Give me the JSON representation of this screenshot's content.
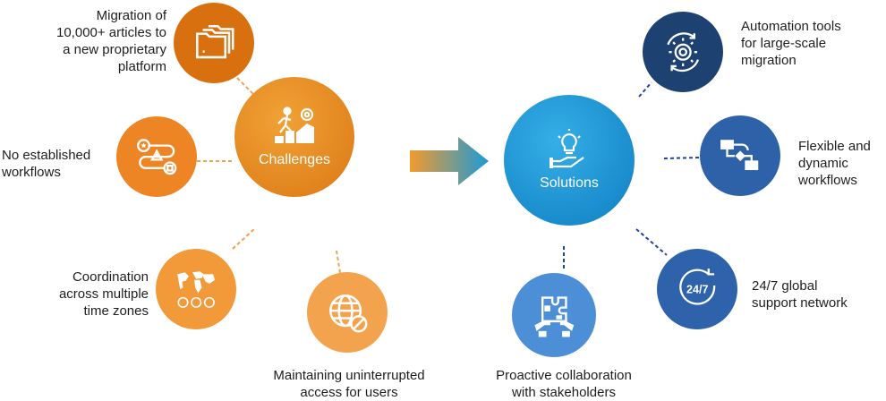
{
  "challenges": {
    "title": "Challenges",
    "items": [
      {
        "icon": "folders-icon",
        "lines": [
          "Migration of",
          "10,000+ articles to",
          "a new proprietary",
          "platform"
        ]
      },
      {
        "icon": "workflow-warning-icon",
        "lines": [
          "No established",
          "workflows"
        ]
      },
      {
        "icon": "world-clocks-icon",
        "lines": [
          "Coordination",
          "across multiple",
          "time zones"
        ]
      },
      {
        "icon": "globe-blocked-icon",
        "lines": [
          "Maintaining uninterrupted",
          "access for users"
        ]
      }
    ]
  },
  "solutions": {
    "title": "Solutions",
    "items": [
      {
        "icon": "gear-automation-icon",
        "lines": [
          "Automation tools",
          "for large-scale",
          "migration"
        ]
      },
      {
        "icon": "flowchart-icon",
        "lines": [
          "Flexible and",
          "dynamic",
          "workflows"
        ]
      },
      {
        "icon": "clock-24-7-icon",
        "lines": [
          "24/7 global",
          "support network"
        ],
        "badge": "24/7"
      },
      {
        "icon": "puzzle-hands-icon",
        "lines": [
          "Proactive collaboration",
          "with stakeholders"
        ]
      }
    ]
  },
  "colors": {
    "challenge_orange": "#e98a1c",
    "solution_blue": "#1a8fd2",
    "navy": "#1d4170"
  }
}
